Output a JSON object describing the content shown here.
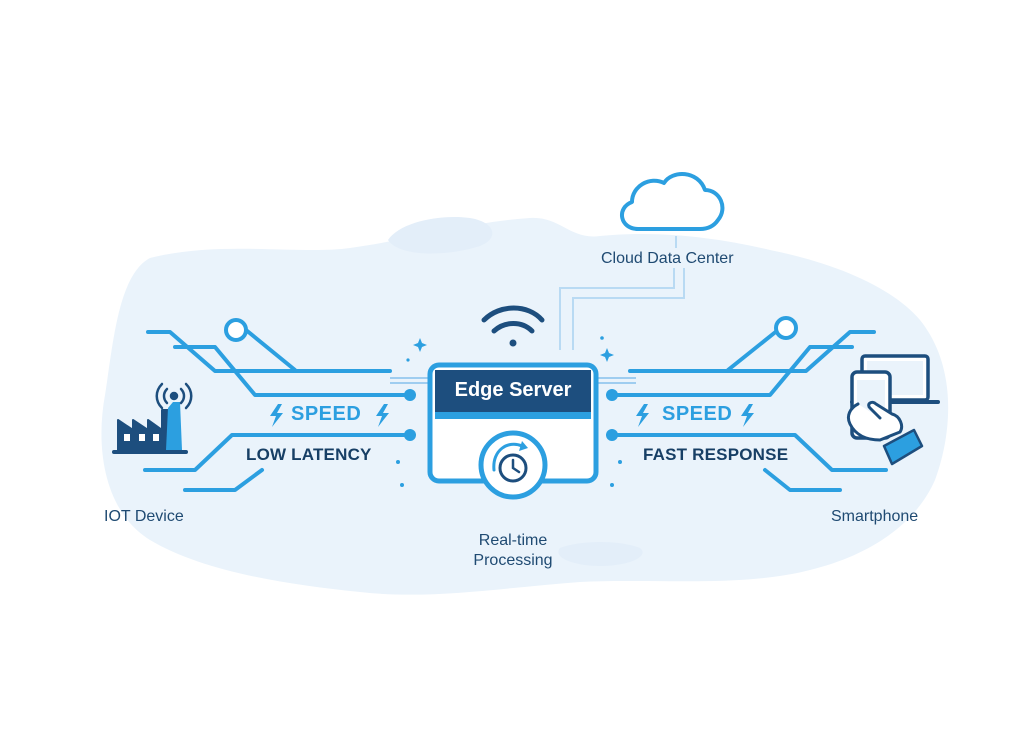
{
  "diagram": {
    "cloud_label": "Cloud Data Center",
    "server_label": "Edge Server",
    "processing_label_line1": "Real-time",
    "processing_label_line2": "Processing",
    "iot_label": "IOT Device",
    "smartphone_label": "Smartphone",
    "left_speed_label": "SPEED",
    "right_speed_label": "SPEED",
    "left_metric_label": "LOW LATENCY",
    "right_metric_label": "FAST RESPONSE"
  },
  "colors": {
    "accent": "#2c9fe0",
    "server_header": "#1d4e7e",
    "text_dark": "#173f65",
    "background_blob": "#eaf3fb"
  },
  "icons": [
    "cloud-icon",
    "wifi-icon",
    "factory-icon",
    "antenna-icon",
    "clock-icon",
    "smartphone-icon",
    "laptop-icon",
    "hand-icon",
    "lightning-icon",
    "sparkle-icon"
  ]
}
